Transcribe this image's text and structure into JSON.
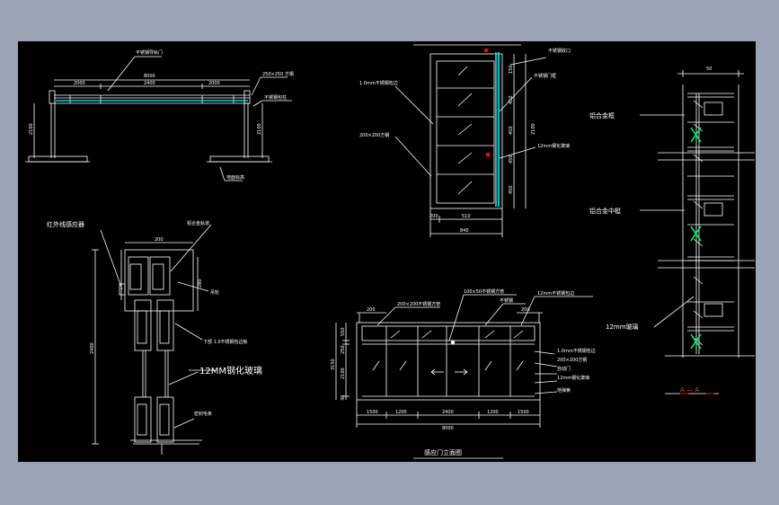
{
  "colors": {
    "background": "#000000",
    "line": "#ffffff",
    "glass": "#00ffff",
    "section_mark": "#ff0000",
    "frame": "#9aa3b3"
  },
  "plan": {
    "top_label": "不锈钢导轨门",
    "dim_total": "8000",
    "dim_left": "2000",
    "dim_mid": "2400",
    "dim_right": "2000",
    "dim_height_left": "2100",
    "dim_height_right": "2100",
    "note_right_top": "250×250 方钢",
    "note_right_mid": "不锈钢包柱",
    "ground_label": "地面标高"
  },
  "side_panel": {
    "top_note": "不锈钢收口",
    "left_note": "1.0mm不锈钢包边",
    "left_note2": "200×200方钢",
    "right_note": "不锈钢门框",
    "right_note2": "12mm钢化玻璃",
    "dims_right": [
      "150",
      "450",
      "450",
      "450",
      "450"
    ],
    "dim_total": "2100",
    "dim_bottom_left": "200",
    "dim_bottom_mid": "510",
    "dim_bottom_total": "840"
  },
  "section": {
    "label_sensor": "红外线感应器",
    "label_rail": "铝合金轨道",
    "label_hanger": "吊轮",
    "label_cover": "下部 1.0不锈钢包边板",
    "label_glass": "12MM钢化玻璃",
    "label_seal": "密封毛条",
    "dim_top": "200",
    "dim_side": "280",
    "dim_height": "2400"
  },
  "elevation": {
    "title": "感应门立面图",
    "note_top1": "200×200不锈钢方管",
    "note_top2": "100×50不锈钢方管",
    "note_top3": "12mm不锈钢包边",
    "note_top4": "不锈钢",
    "note_r1": "1.0mm不锈钢包边",
    "note_r2": "200×200方钢",
    "note_r3": "自动门",
    "note_r4": "12mm钢化玻璃",
    "note_r5": "地弹簧",
    "dim_left_top": "200",
    "dim_right_top": "200",
    "dims_v": [
      "550",
      "250",
      "2100",
      "30"
    ],
    "dim_v_total": "3150",
    "dims_h": [
      "1500",
      "1200",
      "2400",
      "1200",
      "1500"
    ],
    "dim_h_total": "8000"
  },
  "detail": {
    "dim_top": "50",
    "label_frame": "铝合金框",
    "label_mid": "铝合金中梃",
    "label_glass": "12mm玻璃",
    "section_mark": "A — A"
  }
}
